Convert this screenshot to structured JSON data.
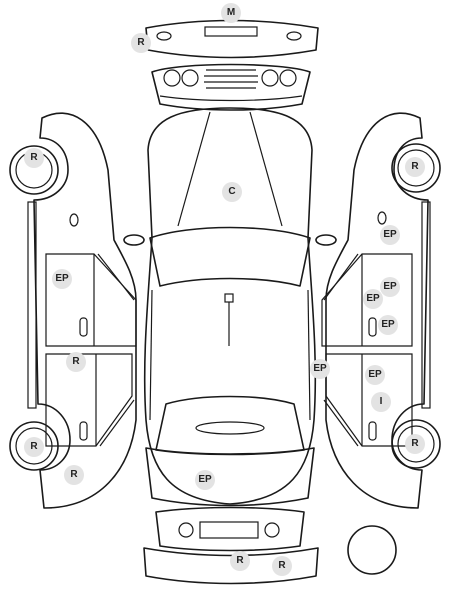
{
  "diagram": {
    "markers": [
      {
        "id": "m-top",
        "code": "M"
      },
      {
        "id": "r-front-bumper",
        "code": "R"
      },
      {
        "id": "r-left-front-wheel",
        "code": "R"
      },
      {
        "id": "r-right-front-wheel",
        "code": "R"
      },
      {
        "id": "c-hood",
        "code": "C"
      },
      {
        "id": "ep-right-fender",
        "code": "EP"
      },
      {
        "id": "ep-left-front-door",
        "code": "EP"
      },
      {
        "id": "ep-right-front-door-a",
        "code": "EP"
      },
      {
        "id": "ep-right-front-door-b",
        "code": "EP"
      },
      {
        "id": "ep-right-front-door-c",
        "code": "EP"
      },
      {
        "id": "r-left-rear-door",
        "code": "R"
      },
      {
        "id": "ep-right-rocker",
        "code": "EP"
      },
      {
        "id": "ep-right-rear-door",
        "code": "EP"
      },
      {
        "id": "i-right-rear-door",
        "code": "I"
      },
      {
        "id": "r-left-rear-wheel",
        "code": "R"
      },
      {
        "id": "r-right-rear-wheel",
        "code": "R"
      },
      {
        "id": "r-left-rear-quarter",
        "code": "R"
      },
      {
        "id": "ep-trunk",
        "code": "EP"
      },
      {
        "id": "r-rear-bumper-a",
        "code": "R"
      },
      {
        "id": "r-rear-bumper-b",
        "code": "R"
      }
    ],
    "colors": {
      "line": "#1a1a1a",
      "marker_bg": "#e3e3e3",
      "marker_text": "#222222"
    }
  }
}
